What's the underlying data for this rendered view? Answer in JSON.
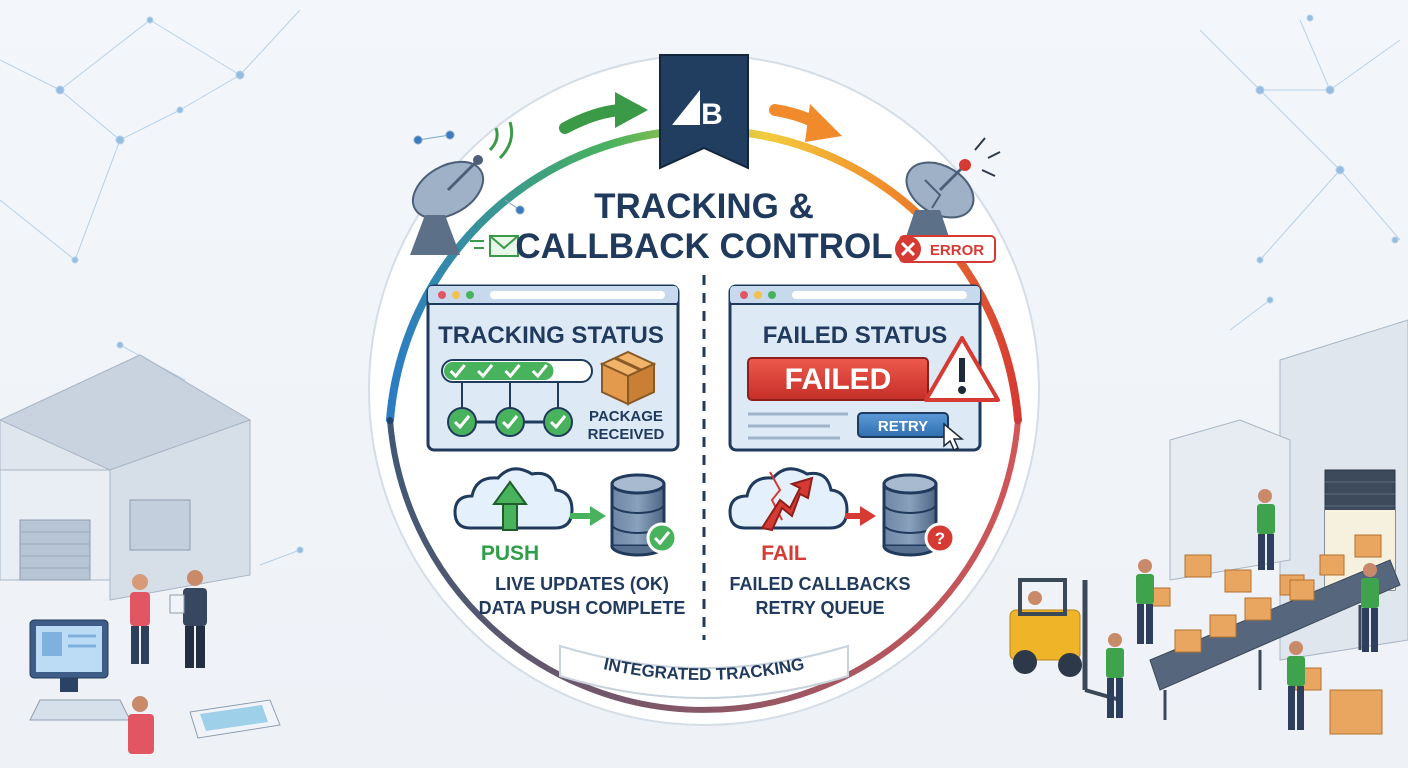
{
  "title": {
    "line1": "TRACKING &",
    "line2": "CALLBACK CONTROL"
  },
  "brand": {
    "logo_letter": "B"
  },
  "error_badge": {
    "label": "ERROR"
  },
  "tracking_panel": {
    "heading": "TRACKING STATUS",
    "package_label_1": "PACKAGE",
    "package_label_2": "RECEIVED",
    "progress": 0.75
  },
  "failed_panel": {
    "heading": "FAILED STATUS",
    "banner": "FAILED",
    "retry_button": "RETRY"
  },
  "push_flow": {
    "label": "PUSH",
    "caption_1": "LIVE UPDATES (OK)",
    "caption_2": "DATA PUSH COMPLETE"
  },
  "fail_flow": {
    "label": "FAIL",
    "caption_1": "FAILED CALLBACKS",
    "caption_2": "RETRY QUEUE"
  },
  "footer_banner": {
    "label": "INTEGRATED TRACKING"
  },
  "colors": {
    "navy": "#1f3a5c",
    "success_green": "#2e9e48",
    "fail_red": "#d63b33",
    "warning_orange": "#f08a2b",
    "panel_blue": "#dde9f5",
    "cloud_blue": "#e4f0fb",
    "database_slate": "#57708f"
  }
}
